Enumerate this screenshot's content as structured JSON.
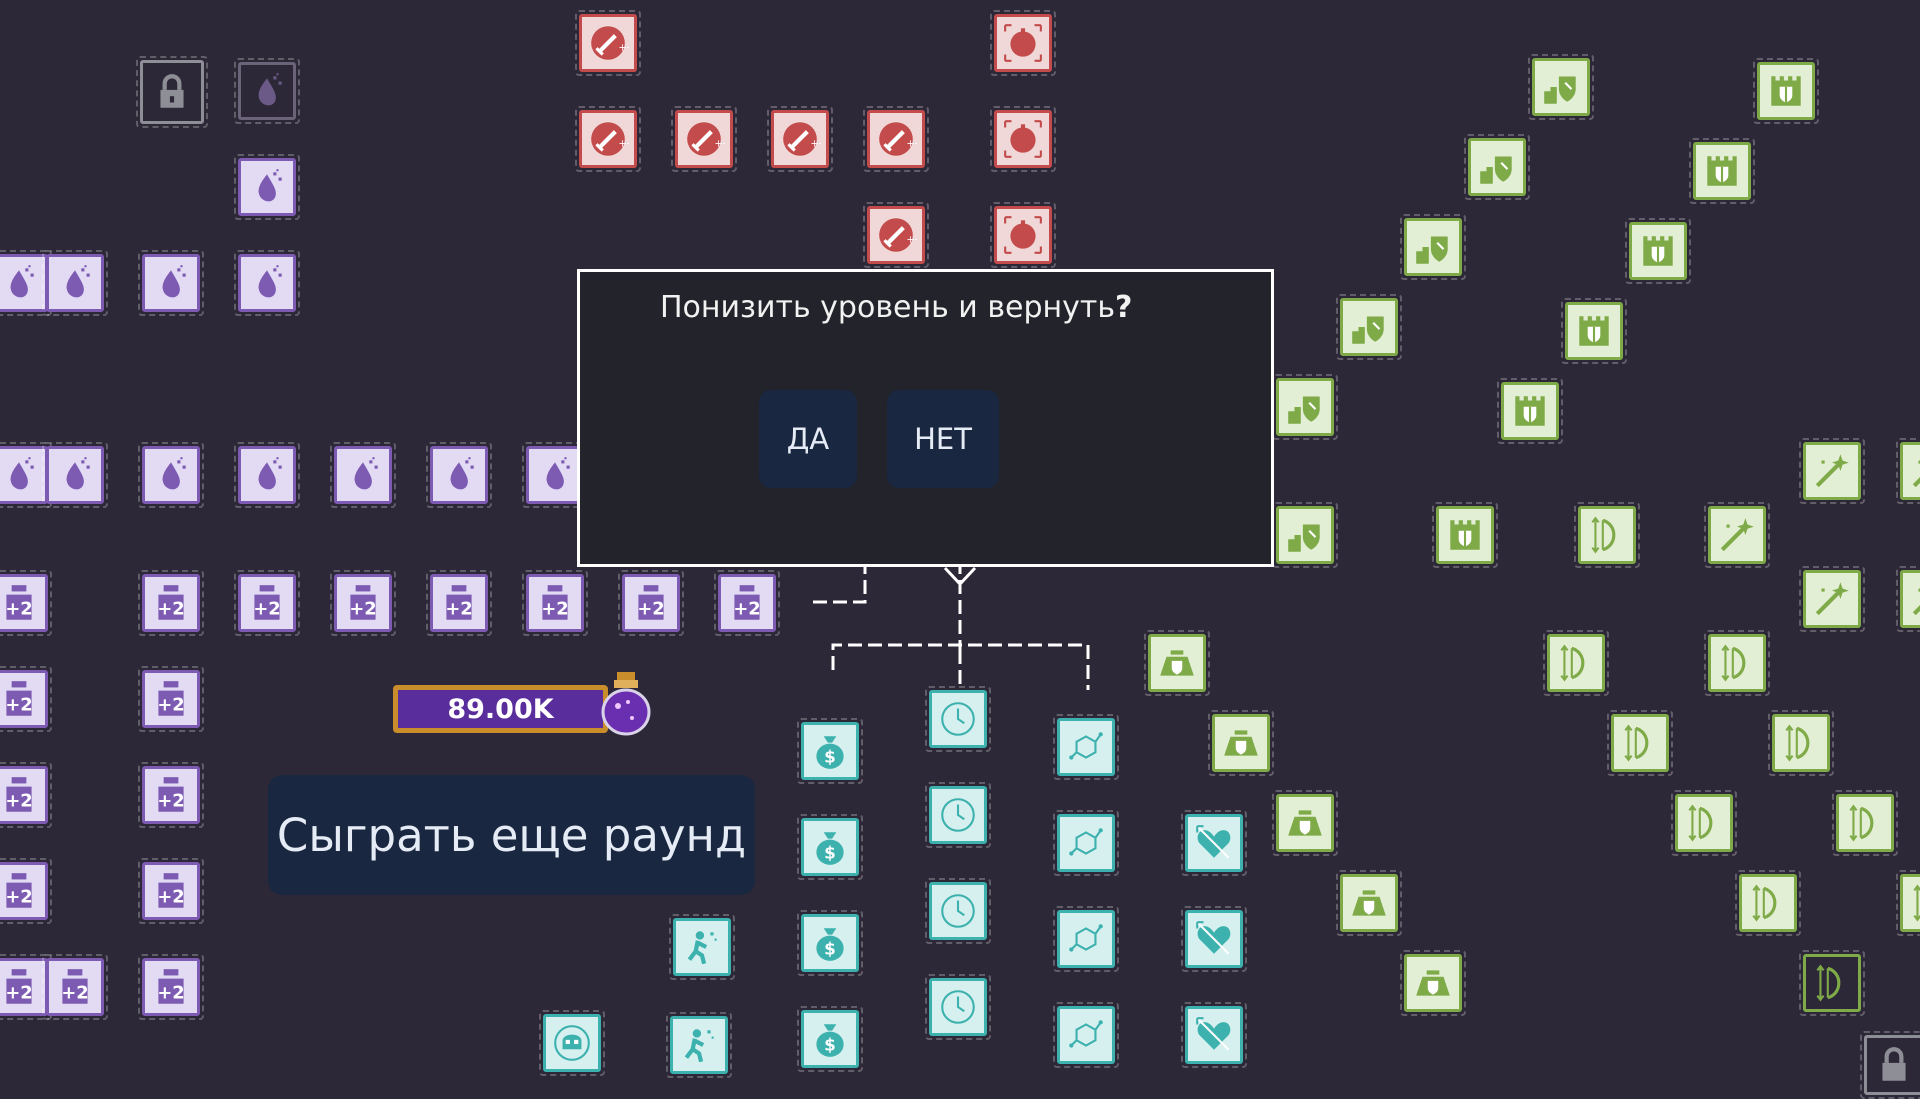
{
  "dialog": {
    "title": "Понизить уровень и вернуть",
    "title_mark": "?",
    "yes_label": "ДА",
    "no_label": "НЕТ"
  },
  "currency": {
    "value": "89.00K",
    "icon": "purple-potion-jar-icon"
  },
  "play_again_label": "Сыграть еще раунд",
  "colors": {
    "background": "#2c2837",
    "purple_branch": "#7d5bb3",
    "red_branch": "#c44b4b",
    "green_branch": "#7faa48",
    "teal_branch": "#3cb1ae",
    "button_bg": "#1a2740",
    "dialog_bg": "#23232b"
  },
  "tree": {
    "plus_label": "+2",
    "branches": [
      {
        "name": "purple",
        "icons": [
          "potion-drop-icon",
          "potion-jar-plus-two-icon"
        ]
      },
      {
        "name": "red",
        "icons": [
          "sword-upgrade-icon",
          "bomb-area-icon"
        ]
      },
      {
        "name": "green",
        "icons": [
          "castle-shield-icon",
          "tower-shield-icon",
          "bow-icon",
          "magic-wand-icon",
          "tent-shield-icon",
          "heart-arrow-icon"
        ]
      },
      {
        "name": "teal",
        "icons": [
          "money-bag-icon",
          "clock-icon",
          "molecule-icon",
          "skull-icon",
          "runner-icon"
        ]
      }
    ]
  }
}
